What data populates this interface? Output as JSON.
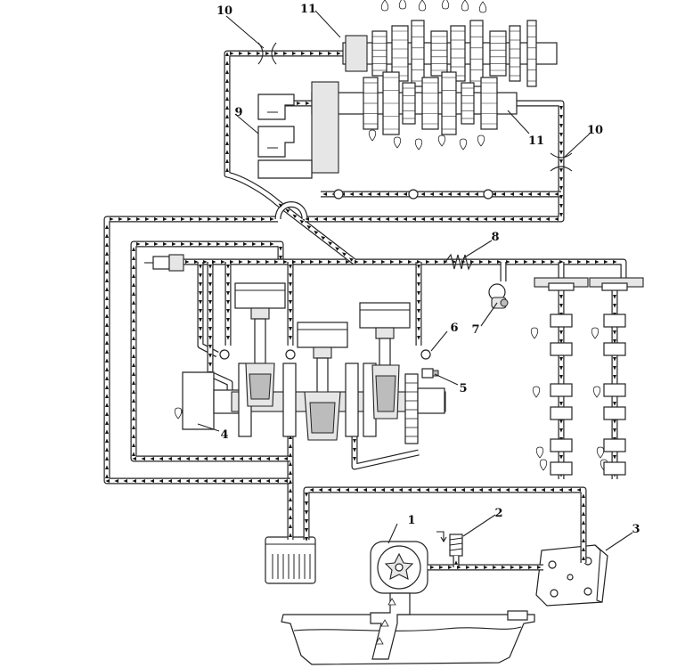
{
  "labels": {
    "l1": "1",
    "l2": "2",
    "l3": "3",
    "l4": "4",
    "l5": "5",
    "l6": "6",
    "l7": "7",
    "l8": "8",
    "l9": "9",
    "l10a": "10",
    "l10b": "10",
    "l11a": "11",
    "l11b": "11"
  }
}
